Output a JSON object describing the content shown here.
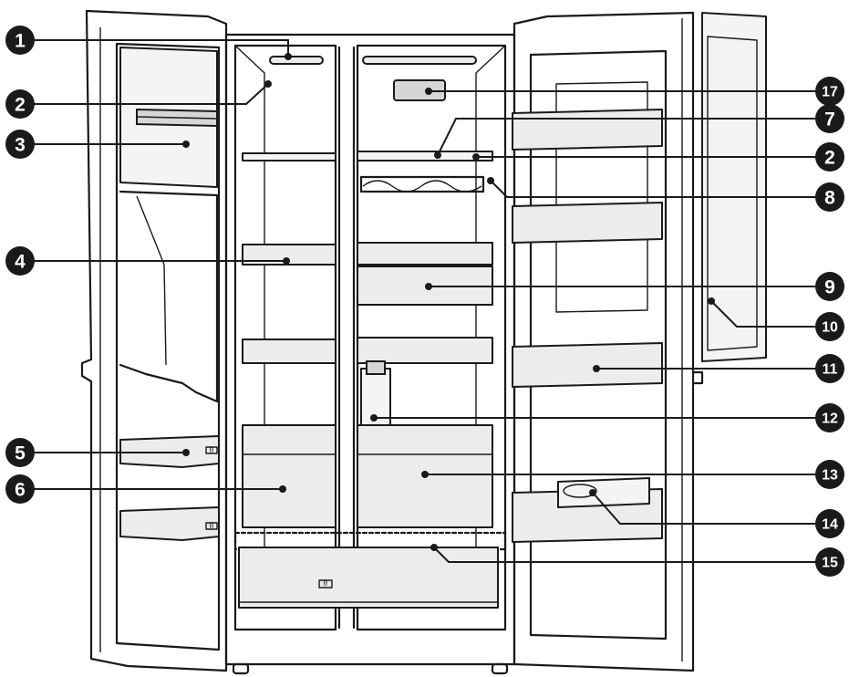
{
  "callouts": [
    {
      "id": "c1",
      "number": "1"
    },
    {
      "id": "c2a",
      "number": "2"
    },
    {
      "id": "c3",
      "number": "3"
    },
    {
      "id": "c4",
      "number": "4"
    },
    {
      "id": "c5",
      "number": "5"
    },
    {
      "id": "c6",
      "number": "6"
    },
    {
      "id": "c17",
      "number": "17"
    },
    {
      "id": "c7",
      "number": "7"
    },
    {
      "id": "c2b",
      "number": "2"
    },
    {
      "id": "c8",
      "number": "8"
    },
    {
      "id": "c9",
      "number": "9"
    },
    {
      "id": "c10",
      "number": "10"
    },
    {
      "id": "c11",
      "number": "11"
    },
    {
      "id": "c12",
      "number": "12"
    },
    {
      "id": "c13",
      "number": "13"
    },
    {
      "id": "c14",
      "number": "14"
    },
    {
      "id": "c15",
      "number": "15"
    }
  ],
  "bin_labels": [
    "B",
    "B",
    "B"
  ],
  "colors": {
    "line": "#1a1a1a",
    "panel": "#ececec",
    "background": "#ffffff"
  }
}
